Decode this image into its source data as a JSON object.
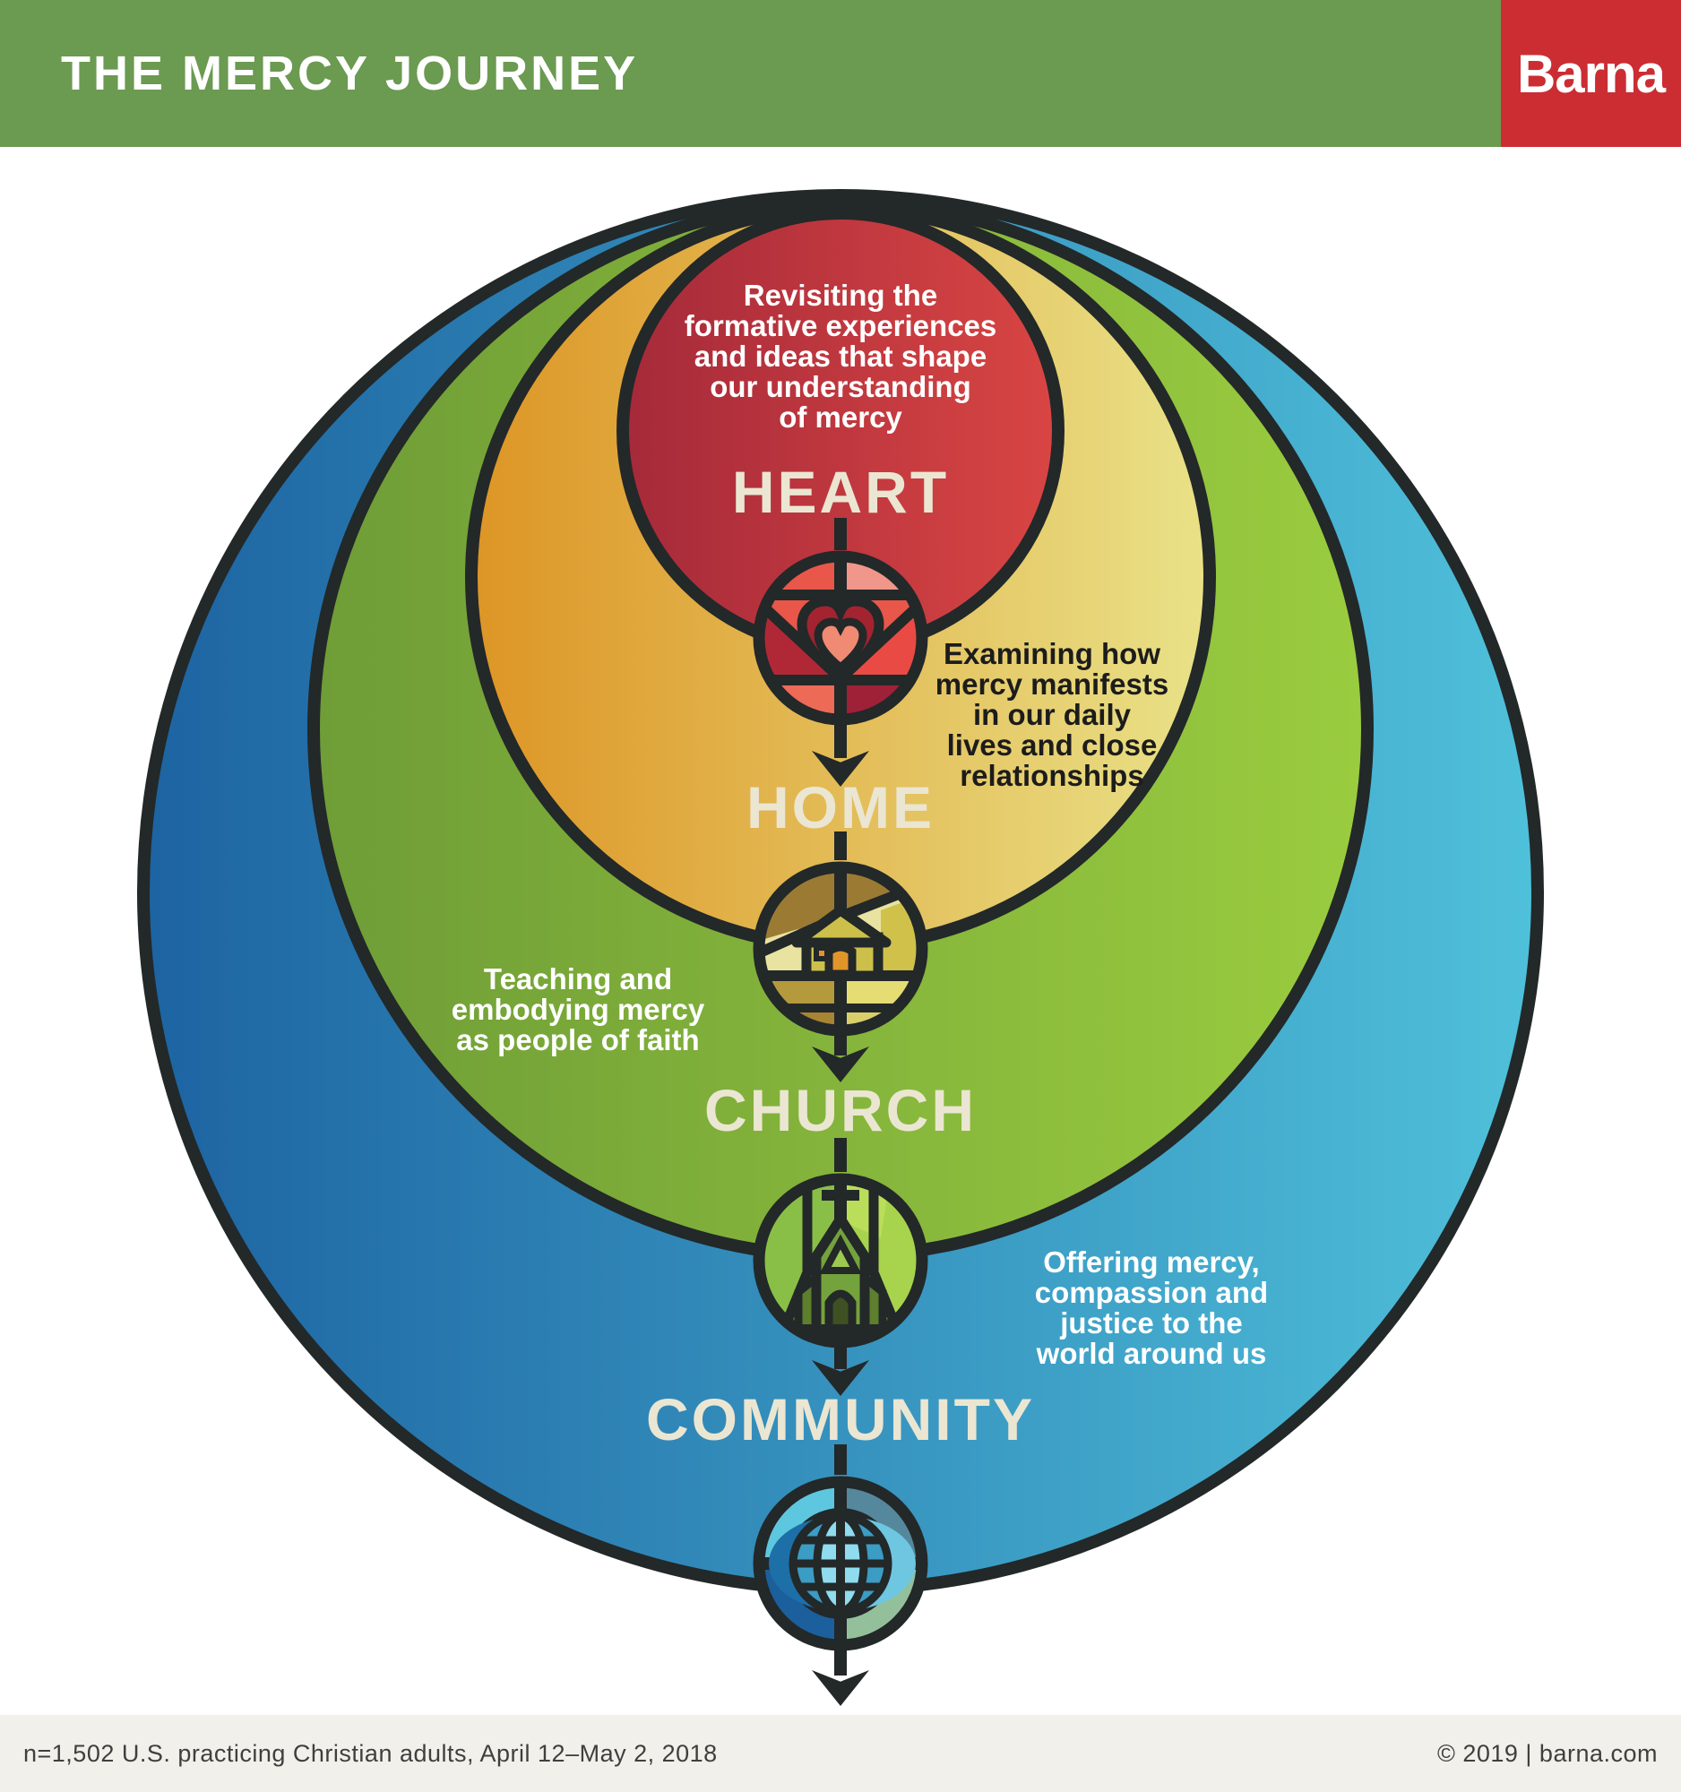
{
  "header": {
    "title": "THE MERCY JOURNEY",
    "brand": "Barna",
    "bar_color": "#6b9a51",
    "brand_bg": "#cb2d33"
  },
  "journey": {
    "outline_color": "#232829",
    "label_color": "#ebe6d2",
    "stages": [
      {
        "id": "heart",
        "label": "HEART",
        "icon": "heart-icon",
        "description": "Revisiting the\nformative experiences\nand ideas that shape\nour understanding\nof mercy",
        "description_text_color": "#ffffff",
        "circle_gradient": [
          "#a62a3a",
          "#d84543"
        ]
      },
      {
        "id": "home",
        "label": "HOME",
        "icon": "house-icon",
        "description": "Examining how\nmercy manifests\nin our daily\nlives and close\nrelationships",
        "description_text_color": "#1c1c1c",
        "circle_gradient": [
          "#dd9626",
          "#e9e187"
        ]
      },
      {
        "id": "church",
        "label": "CHURCH",
        "icon": "church-icon",
        "description": "Teaching and\nembodying mercy\nas people of faith",
        "description_text_color": "#ffffff",
        "circle_gradient": [
          "#6f9d37",
          "#9acc3f"
        ]
      },
      {
        "id": "community",
        "label": "COMMUNITY",
        "icon": "globe-icon",
        "description": "Offering mercy,\ncompassion and\njustice to the\nworld around us",
        "description_text_color": "#ffffff",
        "circle_gradient": [
          "#1d64a2",
          "#4fc0da"
        ]
      }
    ]
  },
  "footer": {
    "left": "n=1,502 U.S. practicing Christian adults, April 12–May 2, 2018",
    "right": "© 2019 | barna.com",
    "bg": "#f1f0ea"
  }
}
